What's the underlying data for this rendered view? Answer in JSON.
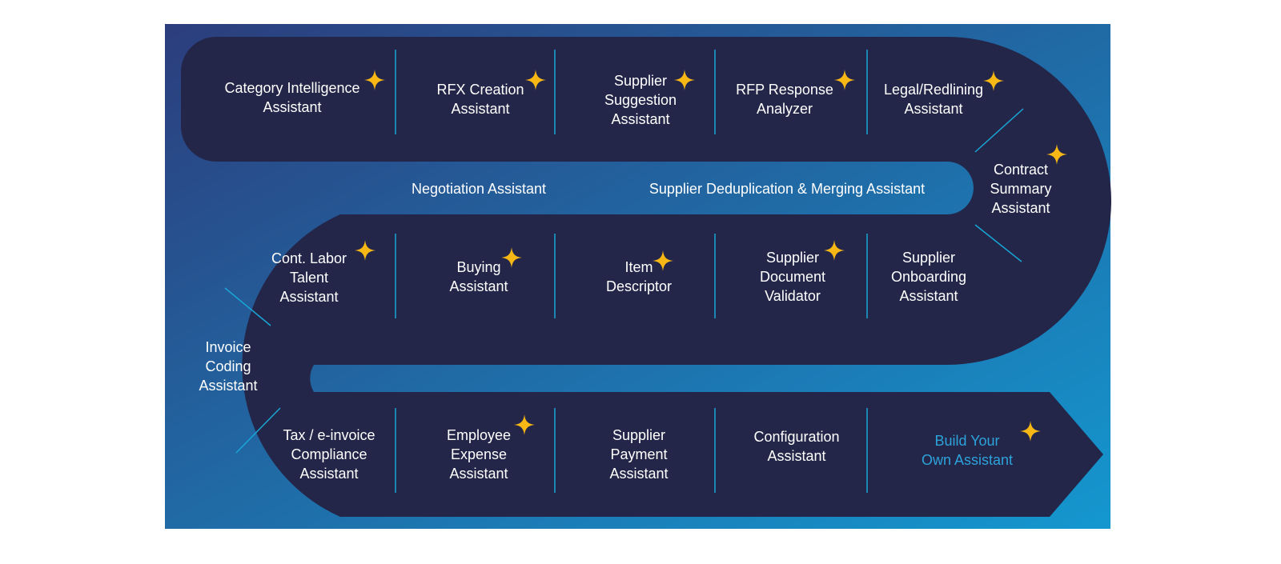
{
  "diagram": {
    "colors": {
      "background_start": "#2c3d7c",
      "background_end": "#1497cf",
      "track": "#232648",
      "divider": "#19a6d6",
      "sparkle": "#f7b715",
      "text": "#ffffff",
      "highlight_text": "#2da3db"
    },
    "top_row": [
      {
        "label": "Category Intelligence\nAssistant",
        "sparkle": true
      },
      {
        "label": "RFX Creation\nAssistant",
        "sparkle": true
      },
      {
        "label": "Supplier\nSuggestion\nAssistant",
        "sparkle": true
      },
      {
        "label": "RFP Response\nAnalyzer",
        "sparkle": true
      },
      {
        "label": "Legal/Redlining\nAssistant",
        "sparkle": true
      }
    ],
    "right_curve": {
      "label": "Contract\nSummary\nAssistant",
      "sparkle": true
    },
    "top_channel": [
      {
        "label": "Negotiation Assistant"
      },
      {
        "label": "Supplier Deduplication & Merging Assistant"
      }
    ],
    "middle_row": [
      {
        "label": "Cont. Labor\nTalent\nAssistant",
        "sparkle": true
      },
      {
        "label": "Buying\nAssistant",
        "sparkle": true
      },
      {
        "label": "Item\nDescriptor",
        "sparkle": true
      },
      {
        "label": "Supplier\nDocument\nValidator",
        "sparkle": true
      },
      {
        "label": "Supplier\nOnboarding\nAssistant",
        "sparkle": false
      }
    ],
    "left_curve": {
      "label": "Invoice\nCoding\nAssistant",
      "sparkle": false
    },
    "bottom_row": [
      {
        "label": "Tax / e-invoice\nCompliance\nAssistant",
        "sparkle": false
      },
      {
        "label": "Employee\nExpense\nAssistant",
        "sparkle": true
      },
      {
        "label": "Supplier\nPayment\nAssistant",
        "sparkle": false
      },
      {
        "label": "Configuration\nAssistant",
        "sparkle": false
      },
      {
        "label": "Build Your\nOwn Assistant",
        "sparkle": true,
        "highlight": true
      }
    ]
  }
}
